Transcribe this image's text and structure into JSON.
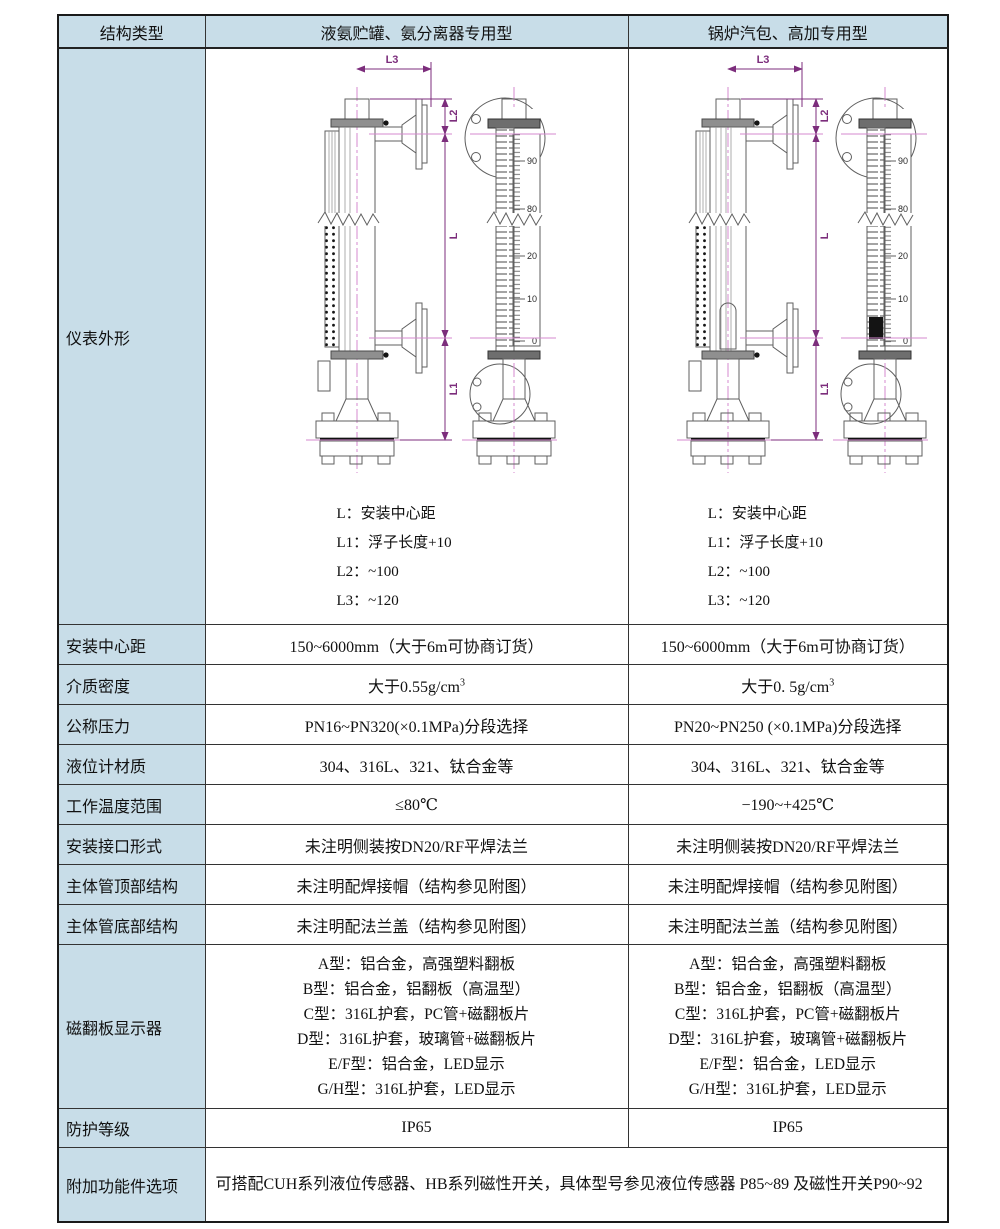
{
  "colors": {
    "header_bg": "#c8dde8",
    "border": "#333333",
    "dim_color": "#7c2d7c",
    "centerline_color": "#d489cf",
    "drawing_stroke": "#5f5f5f"
  },
  "table": {
    "header": [
      "结构类型",
      "液氨贮罐、氨分离器专用型",
      "锅炉汽包、高加专用型"
    ],
    "appearance": {
      "label": "仪表外形",
      "legend": [
        "L：安装中心距",
        "L1：浮子长度+10",
        "L2：~100",
        "L3：~120"
      ]
    },
    "specs": [
      {
        "label": "安装中心距",
        "col1": "150~6000mm（大于6m可协商订货）",
        "col2": "150~6000mm（大于6m可协商订货）"
      },
      {
        "label": "介质密度",
        "col1": "大于0.55g/cm",
        "col1_sup": "3",
        "col2": "大于0. 5g/cm",
        "col2_sup": "3"
      },
      {
        "label": "公称压力",
        "col1": "PN16~PN320(×0.1MPa)分段选择",
        "col2": "PN20~PN250 (×0.1MPa)分段选择"
      },
      {
        "label": "液位计材质",
        "col1": "304、316L、321、钛合金等",
        "col2": "304、316L、321、钛合金等"
      },
      {
        "label": "工作温度范围",
        "col1": "≤80℃",
        "col2": "−190~+425℃"
      },
      {
        "label": "安装接口形式",
        "col1": "未注明侧装按DN20/RF平焊法兰",
        "col2": "未注明侧装按DN20/RF平焊法兰"
      },
      {
        "label": "主体管顶部结构",
        "col1": "未注明配焊接帽（结构参见附图）",
        "col2": "未注明配焊接帽（结构参见附图）"
      },
      {
        "label": "主体管底部结构",
        "col1": "未注明配法兰盖（结构参见附图）",
        "col2": "未注明配法兰盖（结构参见附图）"
      },
      {
        "label": "磁翻板显示器",
        "lines": [
          "A型：铝合金，高强塑料翻板",
          "B型：铝合金，铝翻板（高温型）",
          "C型：316L护套，PC管+磁翻板片",
          "D型：316L护套，玻璃管+磁翻板片",
          "E/F型：铝合金，LED显示",
          "G/H型：316L护套，LED显示"
        ]
      },
      {
        "label": "防护等级",
        "col1": "IP65",
        "col2": "IP65"
      },
      {
        "label": "附加功能件选项",
        "value": "可搭配CUH系列液位传感器、HB系列磁性开关，具体型号参见液位传感器 P85~89 及磁性开关P90~92"
      }
    ]
  },
  "drawing": {
    "dims": {
      "l": "L",
      "l1": "L1",
      "l2": "L2",
      "l3": "L3"
    },
    "scale": [
      "90",
      "80",
      "20",
      "10",
      "0"
    ]
  }
}
